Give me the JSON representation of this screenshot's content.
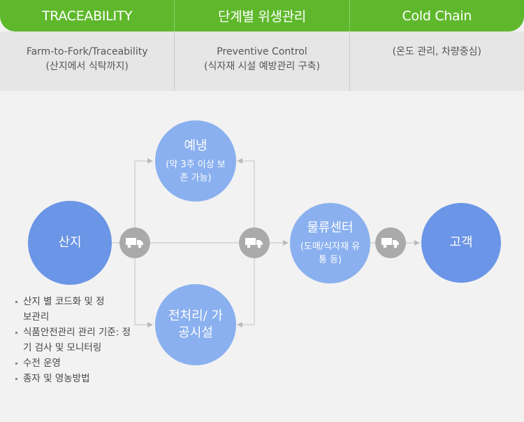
{
  "header": {
    "tabs": [
      {
        "label": "TRACEABILITY"
      },
      {
        "label": "단계별 위생관리"
      },
      {
        "label": "Cold Chain"
      }
    ]
  },
  "info": [
    {
      "line1": "Farm-to-Fork/Traceability",
      "line2": "(산지에서 식탁까지)"
    },
    {
      "line1": "Preventive Control",
      "line2": "(식자재 시설 예방관리 구축)"
    },
    {
      "line1": "(온도 관리, 차량중심)",
      "line2": ""
    }
  ],
  "nodes": {
    "origin": {
      "title": "산지"
    },
    "precooling": {
      "title": "예냉",
      "sub": "(약 3주 이상 보존 가능)"
    },
    "preprocessing": {
      "title": "전처리/ 가공시설"
    },
    "logistics": {
      "title": "물류센터",
      "sub": "(도매/식자재 유통 등)"
    },
    "customer": {
      "title": "고객"
    }
  },
  "bullets": [
    "산지 별 코드화 및 정보관리",
    "식품안전관리 관리 기준: 정기 검사 및 모니터링",
    "수전 운영",
    "종자 및 영농방법"
  ],
  "colors": {
    "header": "#5fb82c",
    "circle_dark": "#6b95e6",
    "circle_light": "#8ab0ef",
    "truck": "#aaaaaa"
  },
  "icons": [
    "truck-icon"
  ]
}
